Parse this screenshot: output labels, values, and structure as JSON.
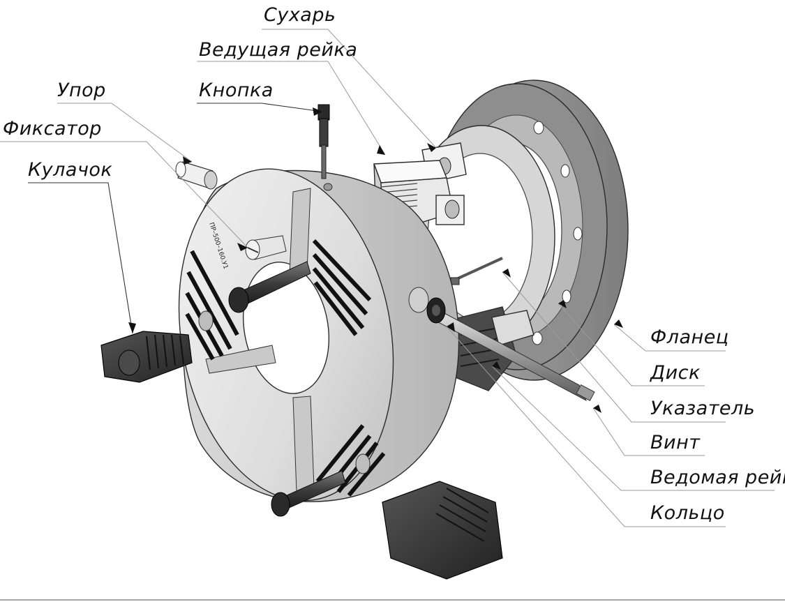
{
  "labels": {
    "sukhar": "Сухарь",
    "vedushchaya_reika": "Ведущая рейка",
    "knopka": "Кнопка",
    "upor": "Упор",
    "fiksator": "Фиксатор",
    "kulachok": "Кулачок",
    "flanets": "Фланец",
    "disk": "Диск",
    "ukazatel": "Указатель",
    "vint": "Винт",
    "vedomaya_reika": "Ведомая рейка",
    "koltso": "Кольцо"
  },
  "body_marking": "ПР–500–160.У1",
  "colors": {
    "body": "#e6e6e6",
    "body_shade": "#c8c8c8",
    "flange": "#9c9c9c",
    "jaw": "#3a3a3a",
    "stripe": "#111111"
  }
}
